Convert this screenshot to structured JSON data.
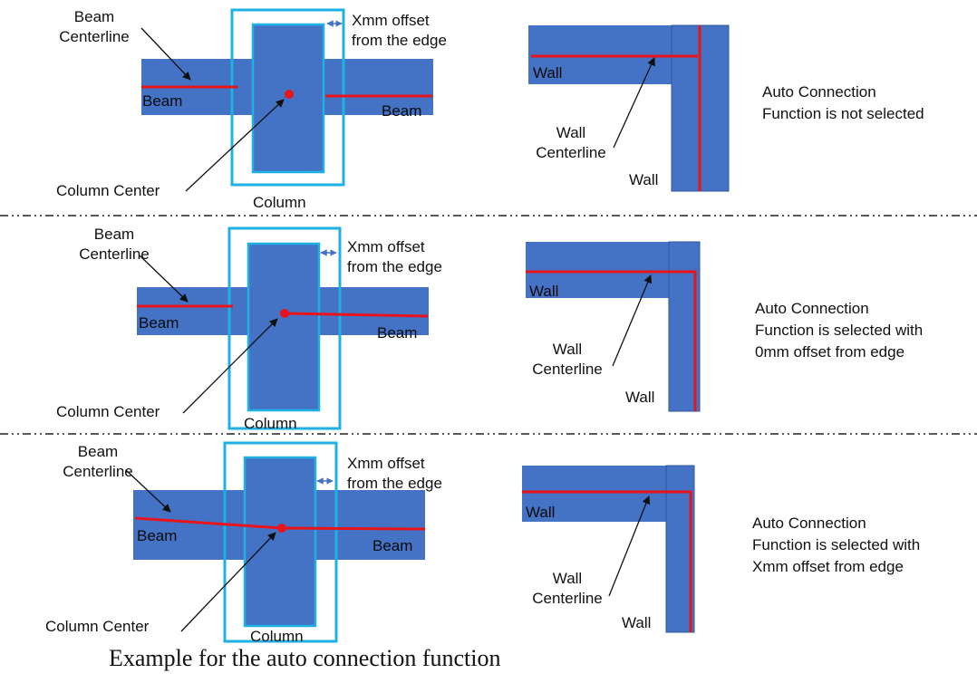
{
  "panels": [
    {
      "beam_centerline_label": "Beam\nCenterline",
      "offset_label": "Xmm offset\nfrom the edge",
      "beam_left_label": "Beam",
      "beam_right_label": "Beam",
      "column_center_label": "Column Center",
      "column_label": "Column",
      "wall_top_label": "Wall",
      "wall_centerline_label": "Wall\nCenterline",
      "wall_bottom_label": "Wall",
      "description": "Auto Connection\nFunction is not selected"
    },
    {
      "beam_centerline_label": "Beam\nCenterline",
      "offset_label": "Xmm offset\nfrom the edge",
      "beam_left_label": "Beam",
      "beam_right_label": "Beam",
      "column_center_label": "Column Center",
      "column_label": "Column",
      "wall_top_label": "Wall",
      "wall_centerline_label": "Wall\nCenterline",
      "wall_bottom_label": "Wall",
      "description": "Auto Connection\nFunction is selected with\n0mm offset from edge"
    },
    {
      "beam_centerline_label": "Beam\nCenterline",
      "offset_label": "Xmm offset\nfrom the edge",
      "beam_left_label": "Beam",
      "beam_right_label": "Beam",
      "column_center_label": "Column Center",
      "column_label": "Column",
      "wall_top_label": "Wall",
      "wall_centerline_label": "Wall\nCenterline",
      "wall_bottom_label": "Wall",
      "description": "Auto Connection\nFunction is selected with\nXmm offset from edge"
    }
  ],
  "caption": "Example for the auto connection function",
  "colors": {
    "member_fill": "#4472C4",
    "centerline": "#E8141C",
    "offset_box": "#1FB0E6",
    "separator": "#222222",
    "arrow": "#111111"
  }
}
